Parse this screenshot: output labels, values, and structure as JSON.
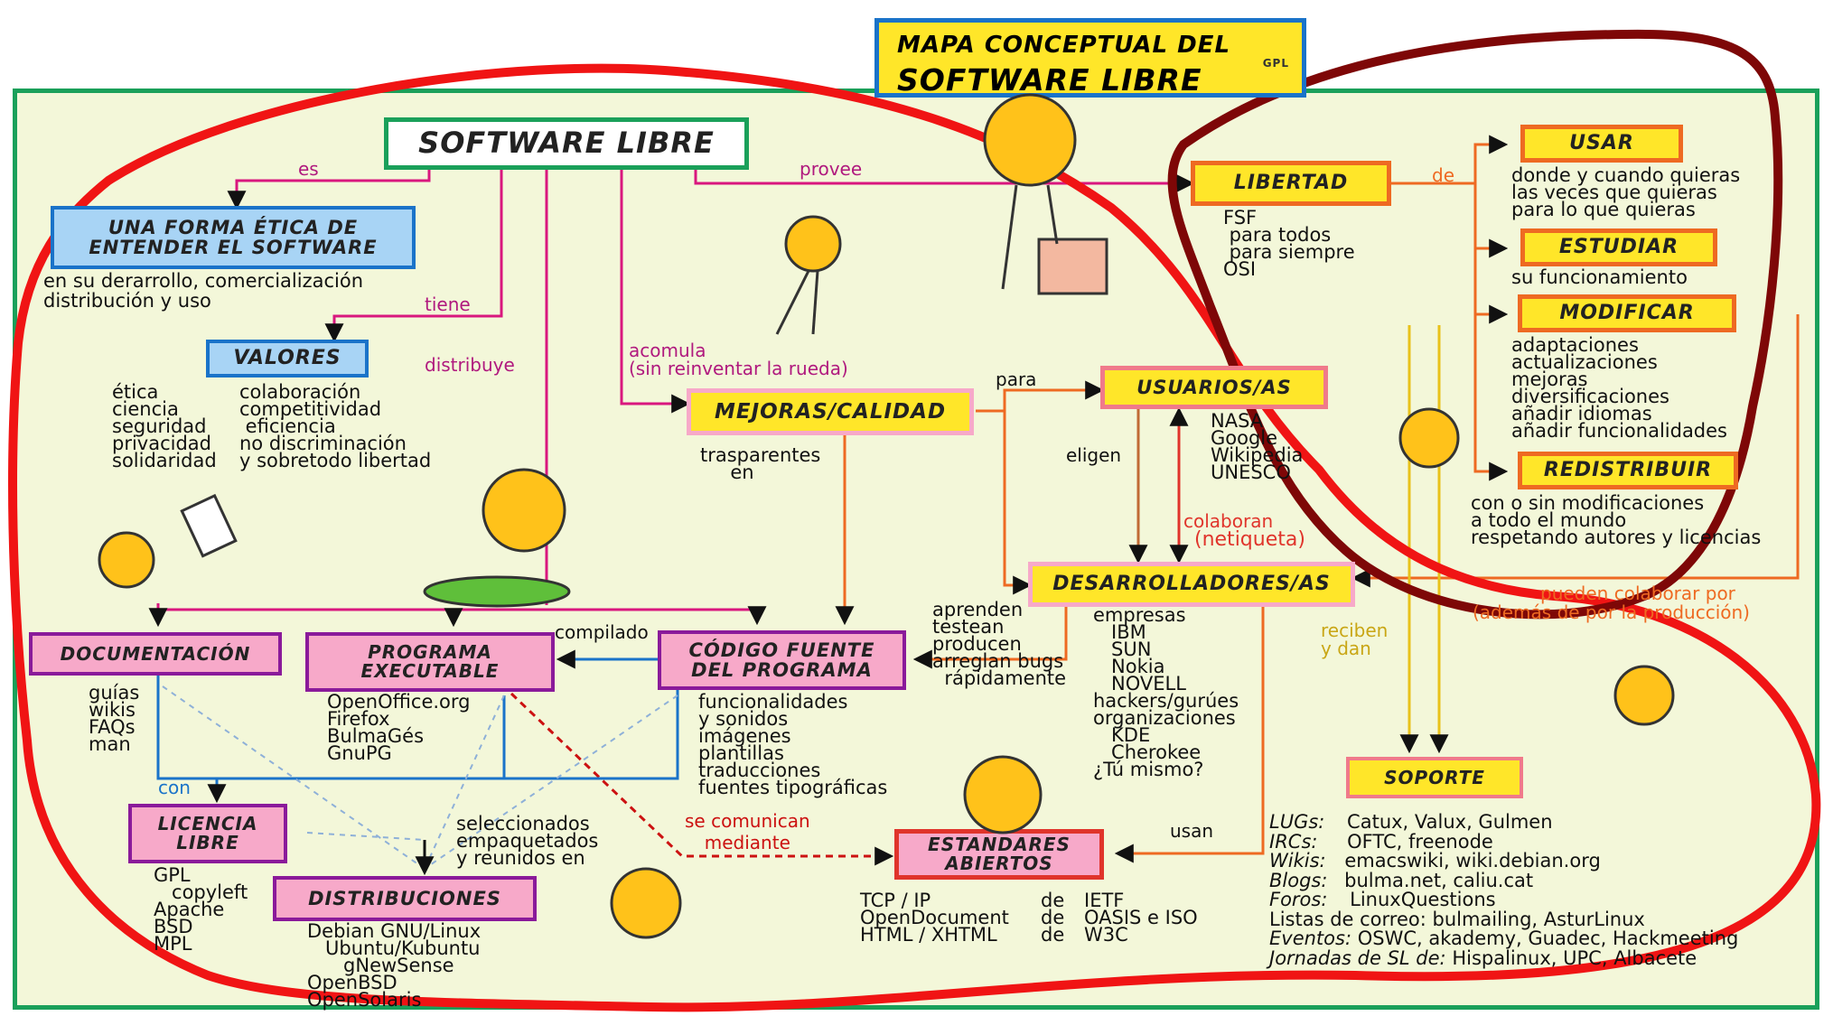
{
  "title": {
    "line1": "MAPA CONCEPTUAL DEL",
    "line2": "SOFTWARE LIBRE",
    "badge": "GPL"
  },
  "colors": {
    "background": "#f3f7d9",
    "frame": "#1aa05a",
    "magenta": "#d9177e",
    "orange": "#ee6a22",
    "blue": "#1a73c9",
    "red_outline": "#f01414",
    "dark_red_outline": "#7e0707",
    "yellow": "#ffe629",
    "pink_box": "#f7a9c9",
    "light_blue_box": "#a8d4f5"
  },
  "nodes": {
    "software_libre": "SOFTWARE LIBRE",
    "forma_etica": "UNA FORMA ÉTICA DE\nENTENDER EL SOFTWARE",
    "valores": "VALORES",
    "mejoras": "MEJORAS/CALIDAD",
    "libertad": "LIBERTAD",
    "usar": "USAR",
    "estudiar": "ESTUDIAR",
    "modificar": "MODIFICAR",
    "redistribuir": "REDISTRIBUIR",
    "usuarios": "USUARIOS/AS",
    "desarrolladores": "DESARROLLADORES/AS",
    "documentacion": "DOCUMENTACIÓN",
    "programa": "PROGRAMA\nEXECUTABLE",
    "codigo": "CÓDIGO FUENTE\nDEL PROGRAMA",
    "licencia": "LICENCIA\nLIBRE",
    "distribuciones": "DISTRIBUCIONES",
    "estandares": "ESTANDARES\nABIERTOS",
    "soporte": "SOPORTE"
  },
  "edge_labels": {
    "es": "es",
    "tiene": "tiene",
    "distribuye": "distribuye",
    "provee": "provee",
    "acomula": "acomula\n(sin reinventar la rueda)",
    "para": "para",
    "de": "de",
    "eligen": "eligen",
    "colaboran": "colaboran",
    "netiqueta": "(netiqueta)",
    "compilado": "compilado",
    "con": "con",
    "se_comunican": "se comunican\nmediante",
    "usan": "usan",
    "reciben": "reciben\ny dan",
    "pueden_colaborar": "pueden colaborar por",
    "ademas": "(además de por la producción)"
  },
  "texts": {
    "forma_etica_detail": "en su derarrollo, comercialización\ndistribución y uso",
    "valores_left": "ética\nciencia\nseguridad\nprivacidad\nsolidaridad",
    "valores_right": "colaboración\ncompetitividad\n eficiencia\nno discriminación\ny sobretodo libertad",
    "libertad_detail": "FSF\n para todos\n para siempre\nOSI",
    "usar_detail": "donde y cuando quieras\nlas veces que quieras\npara lo que quieras",
    "estudiar_detail": "su funcionamiento",
    "modificar_detail": "adaptaciones\nactualizaciones\nmejoras\ndiversificaciones\nañadir idiomas\nañadir funcionalidades",
    "redistribuir_detail": "con o sin modificaciones\na todo el mundo\nrespetando autores y licencias",
    "usuarios_detail": "NASA\nGoogle\nWikipedia\nUNESCO",
    "mejoras_detail": "trasparentes\n     en",
    "desarrolladores_left": "aprenden\ntestean\nproducen\narreglan bugs\n  rápidamente",
    "desarrolladores_right": "empresas\n   IBM\n   SUN\n   Nokia\n   NOVELL\nhackers/gurúes\norganizaciones\n   KDE\n   Cherokee\n¿Tú mismo?",
    "documentacion_detail": "guías\nwikis\nFAQs\nman",
    "programa_detail": "OpenOffice.org\nFirefox\nBulmaGés\nGnuPG",
    "codigo_detail": "funcionalidades\ny sonidos\nimágenes\nplantillas\ntraducciones\nfuentes tipográficas",
    "licencia_detail": "GPL\n   copyleft\nApache\nBSD\nMPL",
    "seleccionados": "seleccionados\nempaquetados\ny reunidos en",
    "distribuciones_detail": "Debian GNU/Linux\n   Ubuntu/Kubuntu\n      gNewSense\nOpenBSD\nOpenSolaris",
    "estandares_left": "TCP / IP\nOpenDocument\nHTML / XHTML",
    "estandares_de": "de\nde\nde",
    "estandares_right": "IETF\nOASIS e ISO\nW3C",
    "soporte_items": [
      {
        "k": "LUGs:",
        "v": "Catux, Valux, Gulmen"
      },
      {
        "k": "IRCs:",
        "v": "OFTC, freenode"
      },
      {
        "k": "Wikis:",
        "v": "emacswiki, wiki.debian.org"
      },
      {
        "k": "Blogs:",
        "v": "bulma.net, caliu.cat"
      },
      {
        "k": "Foros:",
        "v": "LinuxQuestions"
      },
      {
        "k": "Listas de correo:",
        "v": "bulmailing, AsturLinux"
      },
      {
        "k": "Eventos:",
        "v": "OSWC, akademy, Guadec, Hackmeeting"
      },
      {
        "k": "Jornadas de SL de:",
        "v": "Hispalinux, UPC, Albacete"
      }
    ]
  }
}
